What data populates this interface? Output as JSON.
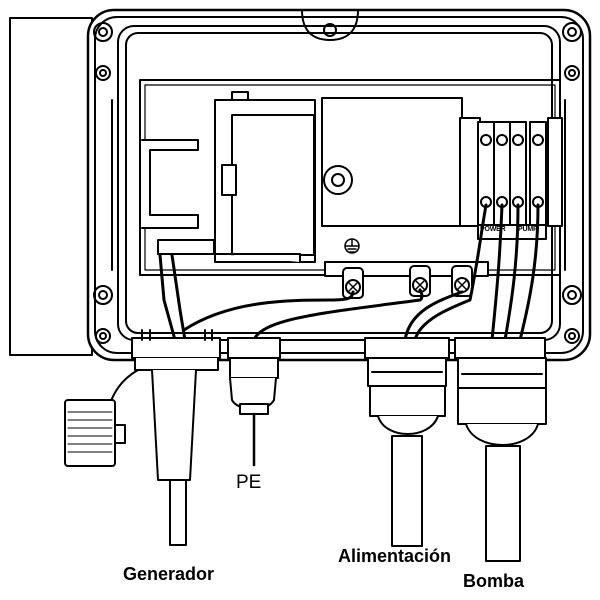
{
  "labels": {
    "generator": "Generador",
    "pe": "PE",
    "supply": "Alimentación",
    "pump": "Bomba",
    "terminal_power": "POWER",
    "terminal_pump": "PUMP"
  },
  "colors": {
    "ink": "#000000",
    "paper": "#ffffff"
  },
  "icons": [
    "ground-symbol-icon",
    "screw-terminal-icon"
  ]
}
